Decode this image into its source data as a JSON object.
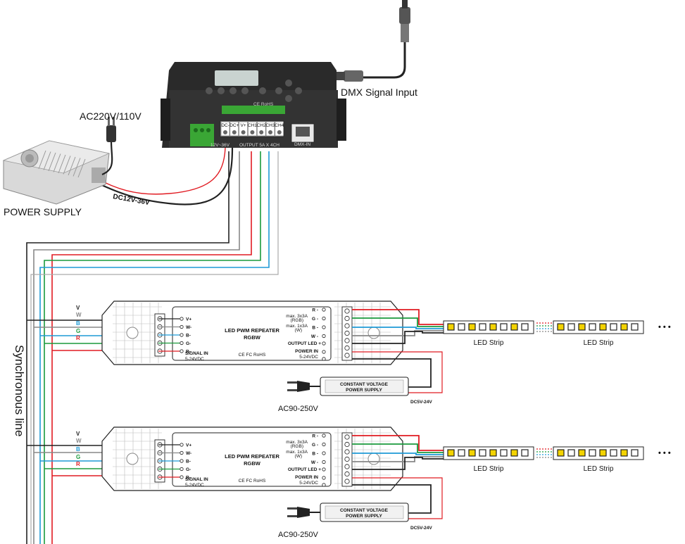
{
  "labels": {
    "ac_input": "AC220V/110V",
    "dmx_input": "DMX Signal Input",
    "dc_supply": "DC12V-36V",
    "power_supply": "POWER SUPPLY",
    "sync_line": "Synchronous line"
  },
  "decoder": {
    "terminals": [
      "DC-",
      "DC+",
      "V+",
      "CH1",
      "CH2",
      "CH3",
      "CH4"
    ],
    "bottom_left": "12V~36V",
    "bottom_mid": "OUTPUT 5A X 4CH",
    "dmx_port": "DMX-IN",
    "marks": "CE RoHS"
  },
  "repeater": {
    "title_line1": "LED PWM REPEATER",
    "title_line2": "RGBW",
    "inputs": [
      "V+",
      "W-",
      "B-",
      "G-",
      "R-"
    ],
    "signal_in": "SIGNAL IN",
    "signal_range": "5-24VDC",
    "outputs": [
      "R -",
      "G -",
      "B -",
      "W -"
    ],
    "max_rgb": "max. 3x3A",
    "rgb": "(RGB)",
    "max_w": "max. 1x3A",
    "w": "(W)",
    "output_led": "OUTPUT LED +",
    "power_in": "POWER IN",
    "power_range": "5-24VDC",
    "marks": "CE FC RoHS"
  },
  "wire_labels": [
    "V",
    "W",
    "B",
    "G",
    "R"
  ],
  "cv_supply": {
    "line1": "CONSTANT VOLTAGE",
    "line2": "POWER SUPPLY",
    "dc_range": "DC5V-24V",
    "ac_range": "AC90-250V"
  },
  "led_strip": "LED Strip",
  "ellipsis": "• • •",
  "colors": {
    "red": "#e11b22",
    "green": "#1a9a3c",
    "blue": "#1e9ad6",
    "grey": "#888888",
    "black": "#222222",
    "device_dark": "#2a2a2a",
    "terminal_green": "#3aa635",
    "led_yellow": "#f3d300"
  }
}
